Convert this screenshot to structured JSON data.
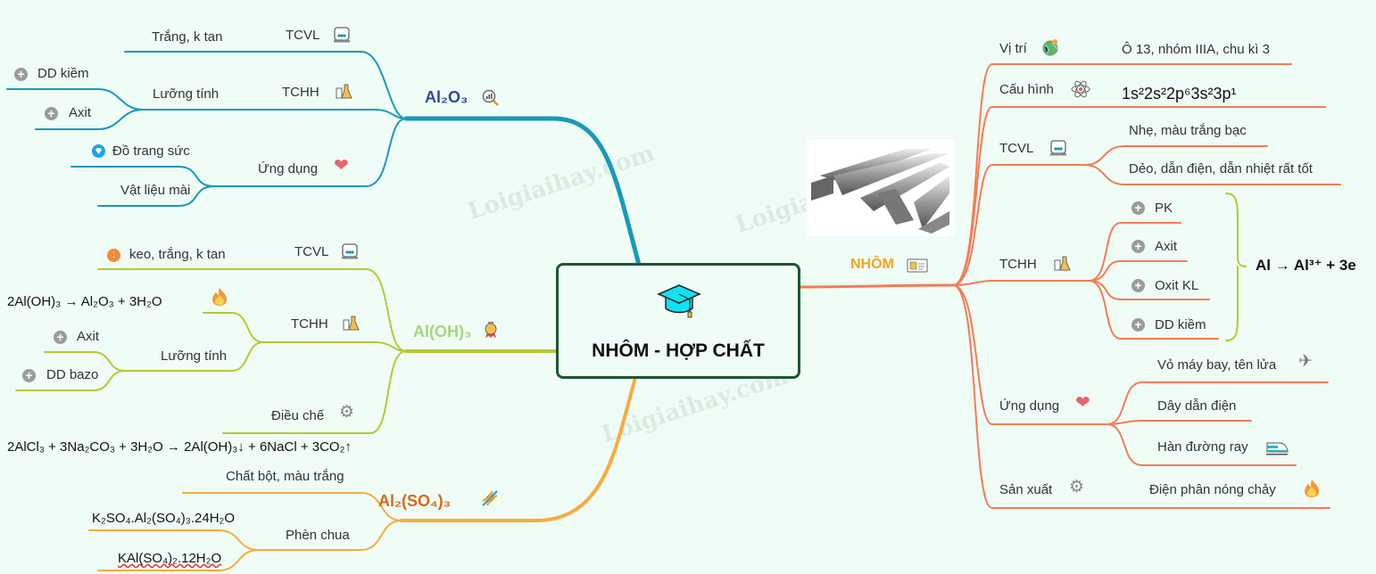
{
  "center": {
    "title": "NHÔM - HỢP CHẤT",
    "icon": "graduation-cap-icon"
  },
  "watermark": "Loigiaihay.com",
  "colors": {
    "al2o3": "#1899bb",
    "aloh3": "#b5c935",
    "al2so43": "#f9ab3a",
    "nhom": "#f47c55",
    "bg": "#effdf6"
  },
  "al2o3": {
    "label": "Al₂O₃",
    "tcvl": {
      "label": "TCVL",
      "value": "Trắng, k tan"
    },
    "tchh": {
      "label": "TCHH",
      "sub": "Lưỡng tính",
      "items": [
        "DD kiềm",
        "Axit"
      ]
    },
    "ung_dung": {
      "label": "Ứng dụng",
      "items": [
        "Đồ trang sức",
        "Vật liệu mài"
      ]
    }
  },
  "aloh3": {
    "label": "Al(OH)₃",
    "tcvl": {
      "label": "TCVL",
      "value": "keo, trắng, k tan"
    },
    "tchh": {
      "label": "TCHH",
      "equation": "2Al(OH)₃  → Al₂O₃  +  3H₂O",
      "sub": "Lưỡng tính",
      "items": [
        "Axit",
        "DD bazo"
      ]
    },
    "dieu_che": {
      "label": "Điều chế",
      "equation": "2AlCl₃ + 3Na₂CO₃ + 3H₂O → 2Al(OH)₃↓ + 6NaCl + 3CO₂↑"
    }
  },
  "al2so43": {
    "label": "Al₂(SO₄)₃",
    "value": "Chất bột, màu trắng",
    "phen_chua": {
      "label": "Phèn chua",
      "items": [
        "K₂SO₄.Al₂(SO₄)₃.24H₂O",
        "KAl(SO₄)₂.12H₂O"
      ]
    }
  },
  "nhom": {
    "label": "NHÔM",
    "vi_tri": {
      "label": "Vị trí",
      "value": "Ô 13, nhóm IIIA, chu kì 3"
    },
    "cau_hinh": {
      "label": "Cấu hình",
      "value": "1s²2s²2p⁶3s²3p¹"
    },
    "tcvl": {
      "label": "TCVL",
      "items": [
        "Nhẹ, màu trắng bạc",
        "Dẻo, dẫn điện, dẫn nhiệt rất tốt"
      ]
    },
    "tchh": {
      "label": "TCHH",
      "items": [
        "PK",
        "Axit",
        "Oxit KL",
        "DD kiềm"
      ],
      "summary": "Al → Al³⁺ + 3e"
    },
    "ung_dung": {
      "label": "Ứng dụng",
      "items": [
        "Vỏ máy bay, tên lửa",
        "Dây dẫn điện",
        "Hàn đường ray"
      ]
    },
    "san_xuat": {
      "label": "Sản xuất",
      "value": "Điện phân nóng chảy"
    }
  }
}
